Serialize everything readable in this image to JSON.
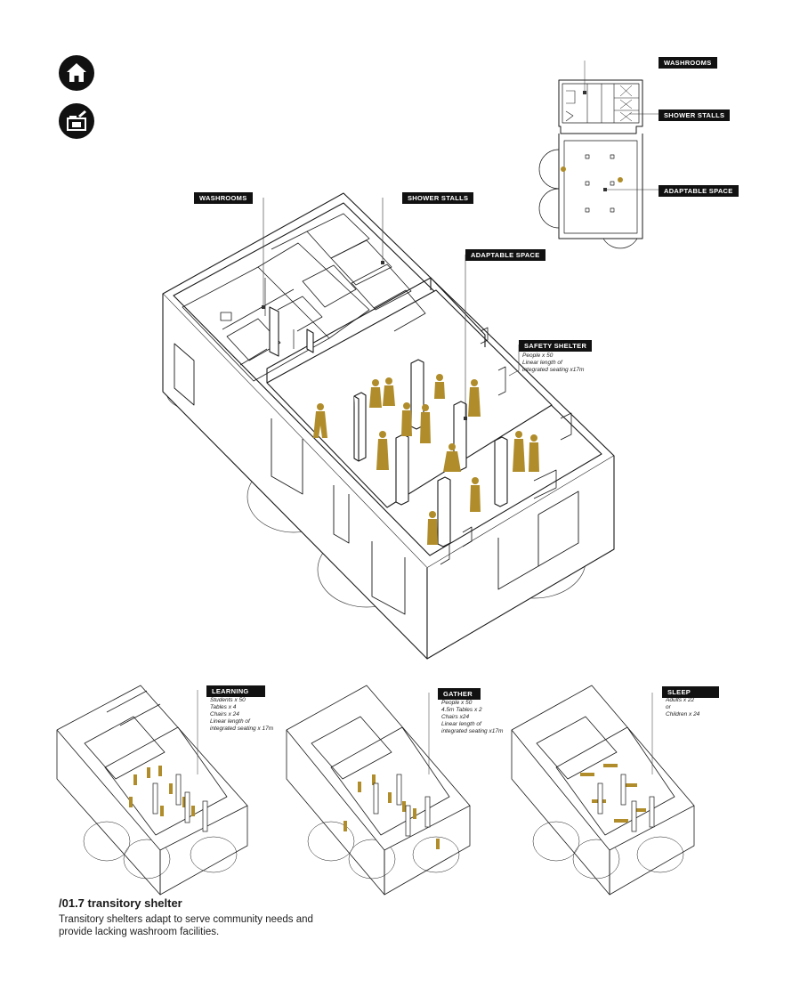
{
  "icons": {
    "home": "home-icon",
    "shelter": "shelter-icon"
  },
  "colors": {
    "accent": "#b08d2a",
    "ink": "#111111"
  },
  "main_diagram": {
    "labels": {
      "washrooms": "WASHROOMS",
      "shower_stalls": "SHOWER STALLS",
      "adaptable_space": "ADAPTABLE SPACE",
      "safety_shelter": "SAFETY SHELTER"
    },
    "safety_notes": [
      "People x 50",
      "Linear length of",
      "integrated seating x17m"
    ]
  },
  "plan": {
    "labels": {
      "washrooms": "WASHROOMS",
      "shower_stalls": "SHOWER STALLS",
      "adaptable_space": "ADAPTABLE SPACE"
    }
  },
  "variants": {
    "learning": {
      "label": "LEARNING",
      "notes": [
        "Students x 50",
        "Tables x 4",
        "Chairs x 24",
        "Linear length of",
        "integrated seating x 17m"
      ]
    },
    "gather": {
      "label": "GATHER",
      "notes": [
        "People x 50",
        "4.5m Tables x 2",
        "Chairs x24",
        "Linear length of",
        "integrated seating x17m"
      ]
    },
    "sleep": {
      "label": "SLEEP",
      "notes": [
        "Adults x 22",
        "or",
        "Children x 24"
      ]
    }
  },
  "caption": {
    "title": "/01.7 transitory shelter",
    "body": "Transitory shelters adapt to serve community needs and provide lacking washroom facilities."
  }
}
